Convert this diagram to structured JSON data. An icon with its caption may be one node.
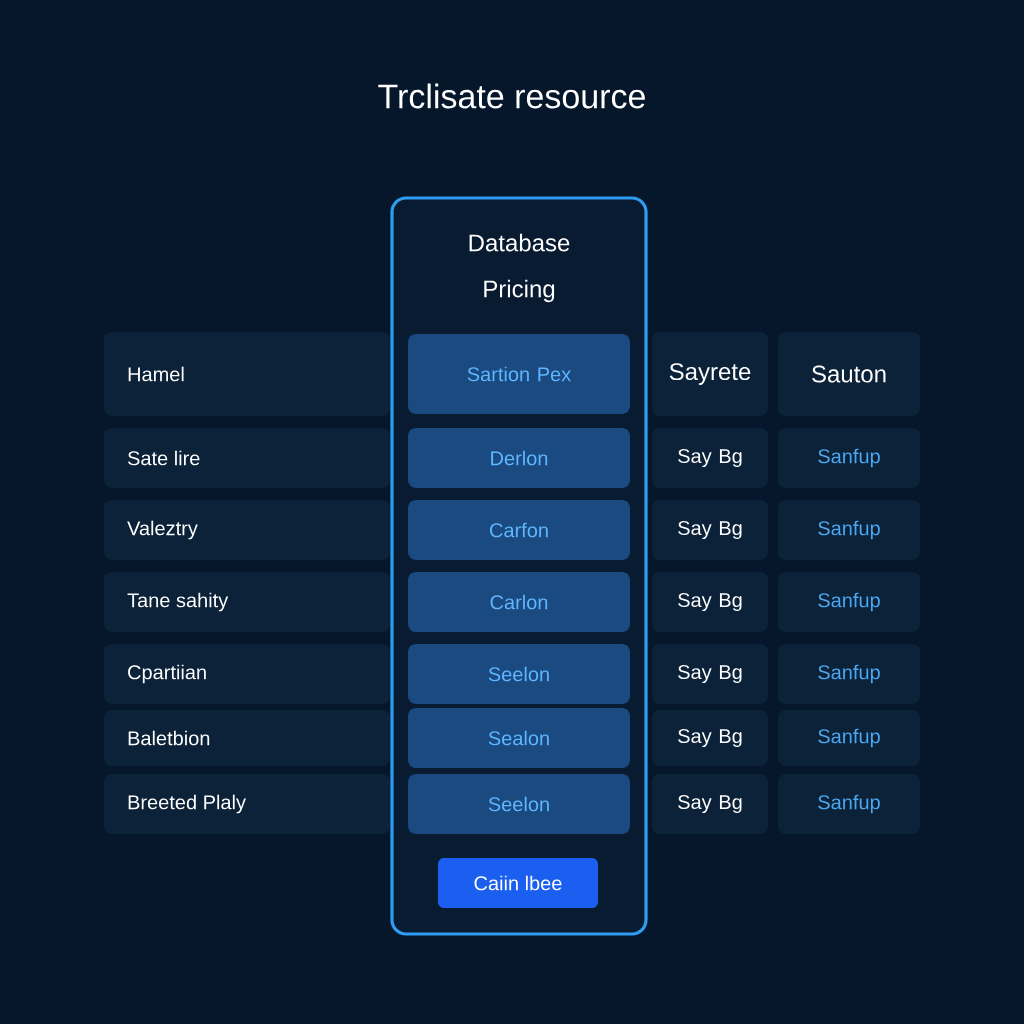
{
  "diagram": {
    "title": "Trclisate resource",
    "labels": [
      "Database Pricing",
      "Hamel",
      "Sartion Pex",
      "Sayrete",
      "Sauton",
      "Sate lire",
      "Derlon",
      "Say Bg",
      "Sanfup",
      "Valeztry",
      "Carfon",
      "Say Bg",
      "Sanfup",
      "Tane sahity",
      "Carlon",
      "Say Bg",
      "Sanfup",
      "Cpartiian",
      "Seelon",
      "Say Bg",
      "Sanfup",
      "Baletbion",
      "Sealon",
      "Say Bg",
      "Sanfup",
      "Breeted Plaly",
      "Seelon",
      "Say Bg",
      "Sanfup",
      "Caiin lbee"
    ]
  }
}
